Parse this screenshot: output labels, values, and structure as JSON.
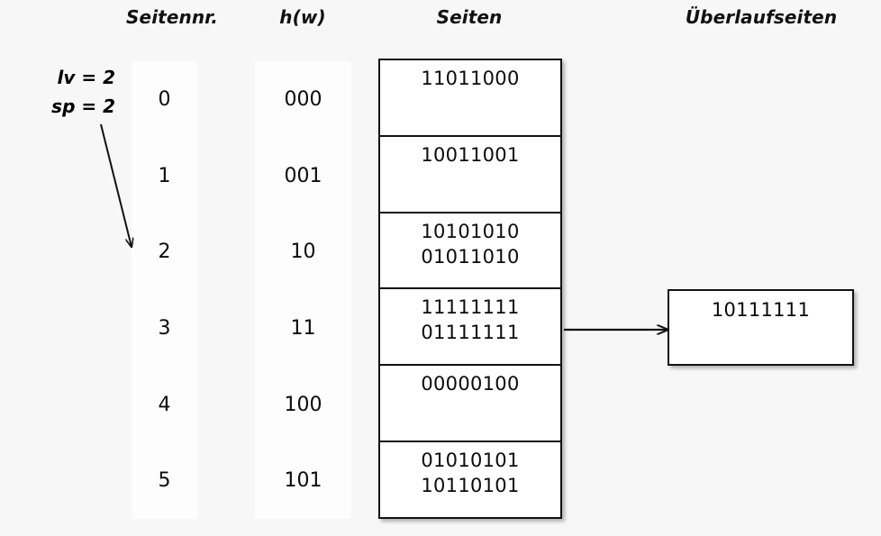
{
  "headers": {
    "page_number": "Seitennr.",
    "hash": "h(w)",
    "pages": "Seiten",
    "overflow_pages": "Überlaufseiten"
  },
  "params": {
    "lv": "lv = 2",
    "sp": "sp = 2"
  },
  "colors": {
    "background": "#f7f7f7",
    "panel": "#fdfdfd",
    "box_fill": "#ffffff",
    "stroke": "#111111",
    "text": "#0b0b0b"
  },
  "rows": [
    {
      "page_number": "0",
      "hash": "000",
      "entries": [
        "11011000"
      ]
    },
    {
      "page_number": "1",
      "hash": "001",
      "entries": [
        "10011001"
      ]
    },
    {
      "page_number": "2",
      "hash": "10",
      "entries": [
        "10101010",
        "01011010"
      ]
    },
    {
      "page_number": "3",
      "hash": "11",
      "entries": [
        "11111111",
        "01111111"
      ]
    },
    {
      "page_number": "4",
      "hash": "100",
      "entries": [
        "00000100"
      ]
    },
    {
      "page_number": "5",
      "hash": "101",
      "entries": [
        "01010101",
        "10110101"
      ]
    }
  ],
  "overflow": {
    "entries": [
      "10111111"
    ],
    "from_row_index": 3
  },
  "annotations": {
    "split_pointer_target_row": "2"
  }
}
